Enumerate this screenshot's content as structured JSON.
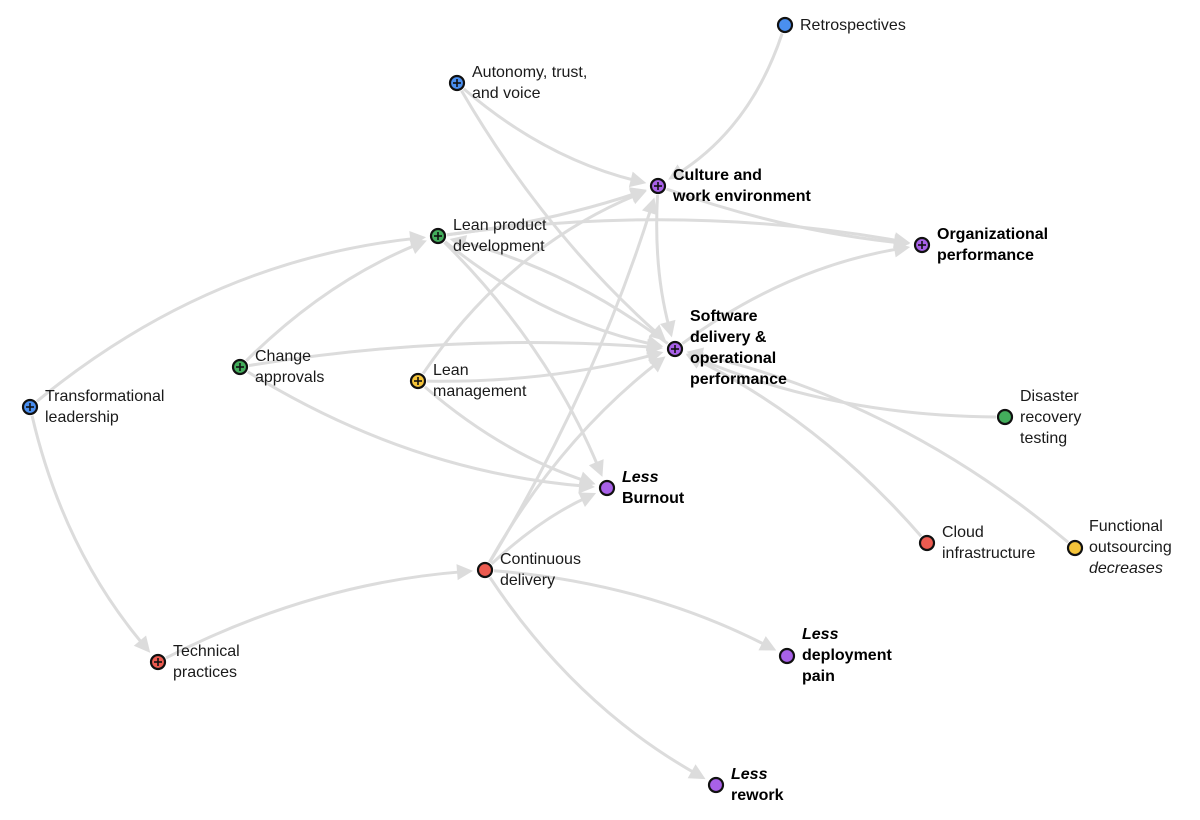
{
  "colors": {
    "blue": "#4a8ff0",
    "green": "#43ad5c",
    "yellow": "#f5c43a",
    "red": "#ec5b50",
    "purple": "#a861e8",
    "edge": "#dcdcdc"
  },
  "nodes": [
    {
      "id": "retrospectives",
      "color": "blue",
      "plus": false,
      "bold": false,
      "lines": [
        {
          "text": "Retrospectives"
        }
      ]
    },
    {
      "id": "autonomy",
      "color": "blue",
      "plus": true,
      "bold": false,
      "lines": [
        {
          "text": "Autonomy, trust,"
        },
        {
          "text": "and voice"
        }
      ]
    },
    {
      "id": "culture",
      "color": "purple",
      "plus": true,
      "bold": true,
      "lines": [
        {
          "text": "Culture and"
        },
        {
          "text": "work environment"
        }
      ]
    },
    {
      "id": "lean-product",
      "color": "green",
      "plus": true,
      "bold": false,
      "lines": [
        {
          "text": "Lean product"
        },
        {
          "text": "development"
        }
      ]
    },
    {
      "id": "org-performance",
      "color": "purple",
      "plus": true,
      "bold": true,
      "lines": [
        {
          "text": "Organizational"
        },
        {
          "text": "performance"
        }
      ]
    },
    {
      "id": "software-delivery",
      "color": "purple",
      "plus": true,
      "bold": true,
      "lines": [
        {
          "text": "Software"
        },
        {
          "text": "delivery &"
        },
        {
          "text": "operational"
        },
        {
          "text": "performance"
        }
      ]
    },
    {
      "id": "change-approvals",
      "color": "green",
      "plus": true,
      "bold": false,
      "lines": [
        {
          "text": "Change"
        },
        {
          "text": "approvals"
        }
      ]
    },
    {
      "id": "lean-management",
      "color": "yellow",
      "plus": true,
      "bold": false,
      "lines": [
        {
          "text": "Lean"
        },
        {
          "text": "management"
        }
      ]
    },
    {
      "id": "transformational",
      "color": "blue",
      "plus": true,
      "bold": false,
      "lines": [
        {
          "text": "Transformational"
        },
        {
          "text": "leadership"
        }
      ]
    },
    {
      "id": "disaster-recovery",
      "color": "green",
      "plus": false,
      "bold": false,
      "lines": [
        {
          "text": "Disaster"
        },
        {
          "text": "recovery"
        },
        {
          "text": "testing"
        }
      ]
    },
    {
      "id": "less-burnout",
      "color": "purple",
      "plus": false,
      "bold": true,
      "lines": [
        {
          "text": "Less",
          "italic": true
        },
        {
          "text": "Burnout"
        }
      ]
    },
    {
      "id": "cloud",
      "color": "red",
      "plus": false,
      "bold": false,
      "lines": [
        {
          "text": "Cloud"
        },
        {
          "text": "infrastructure"
        }
      ]
    },
    {
      "id": "functional-outsourcing",
      "color": "yellow",
      "plus": false,
      "bold": false,
      "lines": [
        {
          "text": "Functional"
        },
        {
          "text": "outsourcing"
        },
        {
          "text": "decreases",
          "italic": true
        }
      ]
    },
    {
      "id": "continuous-delivery",
      "color": "red",
      "plus": false,
      "bold": false,
      "lines": [
        {
          "text": "Continuous"
        },
        {
          "text": "delivery"
        }
      ]
    },
    {
      "id": "technical-practices",
      "color": "red",
      "plus": true,
      "bold": false,
      "lines": [
        {
          "text": "Technical"
        },
        {
          "text": "practices"
        }
      ]
    },
    {
      "id": "less-deployment-pain",
      "color": "purple",
      "plus": false,
      "bold": true,
      "lines": [
        {
          "text": "Less",
          "italic": true
        },
        {
          "text": "deployment"
        },
        {
          "text": "pain"
        }
      ]
    },
    {
      "id": "less-rework",
      "color": "purple",
      "plus": false,
      "bold": true,
      "lines": [
        {
          "text": "Less",
          "italic": true
        },
        {
          "text": "rework"
        }
      ]
    }
  ],
  "edges": [
    {
      "from": "retrospectives",
      "to": "culture"
    },
    {
      "from": "autonomy",
      "to": "culture"
    },
    {
      "from": "autonomy",
      "to": "software-delivery"
    },
    {
      "from": "lean-product",
      "to": "culture"
    },
    {
      "from": "lean-product",
      "to": "org-performance"
    },
    {
      "from": "lean-product",
      "to": "software-delivery"
    },
    {
      "from": "lean-product",
      "to": "less-burnout"
    },
    {
      "from": "culture",
      "to": "org-performance"
    },
    {
      "from": "culture",
      "to": "software-delivery"
    },
    {
      "from": "software-delivery",
      "to": "org-performance"
    },
    {
      "from": "software-delivery",
      "to": "lean-product"
    },
    {
      "from": "change-approvals",
      "to": "lean-product"
    },
    {
      "from": "change-approvals",
      "to": "software-delivery"
    },
    {
      "from": "change-approvals",
      "to": "less-burnout"
    },
    {
      "from": "lean-management",
      "to": "culture"
    },
    {
      "from": "lean-management",
      "to": "software-delivery"
    },
    {
      "from": "lean-management",
      "to": "less-burnout"
    },
    {
      "from": "transformational",
      "to": "lean-product"
    },
    {
      "from": "transformational",
      "to": "technical-practices"
    },
    {
      "from": "technical-practices",
      "to": "continuous-delivery"
    },
    {
      "from": "continuous-delivery",
      "to": "culture"
    },
    {
      "from": "continuous-delivery",
      "to": "software-delivery"
    },
    {
      "from": "continuous-delivery",
      "to": "less-burnout"
    },
    {
      "from": "continuous-delivery",
      "to": "less-deployment-pain"
    },
    {
      "from": "continuous-delivery",
      "to": "less-rework"
    },
    {
      "from": "disaster-recovery",
      "to": "software-delivery"
    },
    {
      "from": "cloud",
      "to": "software-delivery"
    },
    {
      "from": "functional-outsourcing",
      "to": "software-delivery"
    }
  ]
}
